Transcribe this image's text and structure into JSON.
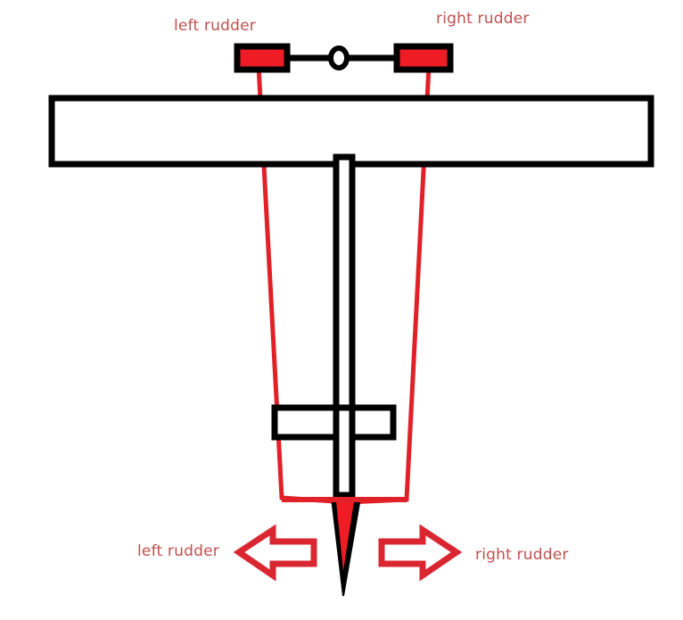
{
  "diagram": {
    "title": "Rudder control linkage diagram",
    "colors": {
      "cable_red": "#e02128",
      "pedal_fill": "#ee1c24",
      "outline_black": "#000000",
      "label_text": "#c0504d",
      "background": "#ffffff"
    },
    "labels": {
      "pedal_left": "left rudder",
      "pedal_right": "right rudder",
      "arrow_left": "left rudder",
      "arrow_right": "right rudder"
    },
    "parts": {
      "wing": "wing",
      "fuselage": "fuselage",
      "horizontal_stabilizer": "horizontal-stabilizer",
      "rudder_surface": "rudder-surface",
      "pedal_bar": "rudder-pedal-bar",
      "pedal_pivot": "pedal-pivot",
      "left_pedal": "left-rudder-pedal",
      "right_pedal": "right-rudder-pedal",
      "left_cable": "left-control-cable",
      "right_cable": "right-control-cable",
      "left_arrow": "left-deflection-arrow",
      "right_arrow": "right-deflection-arrow"
    }
  }
}
